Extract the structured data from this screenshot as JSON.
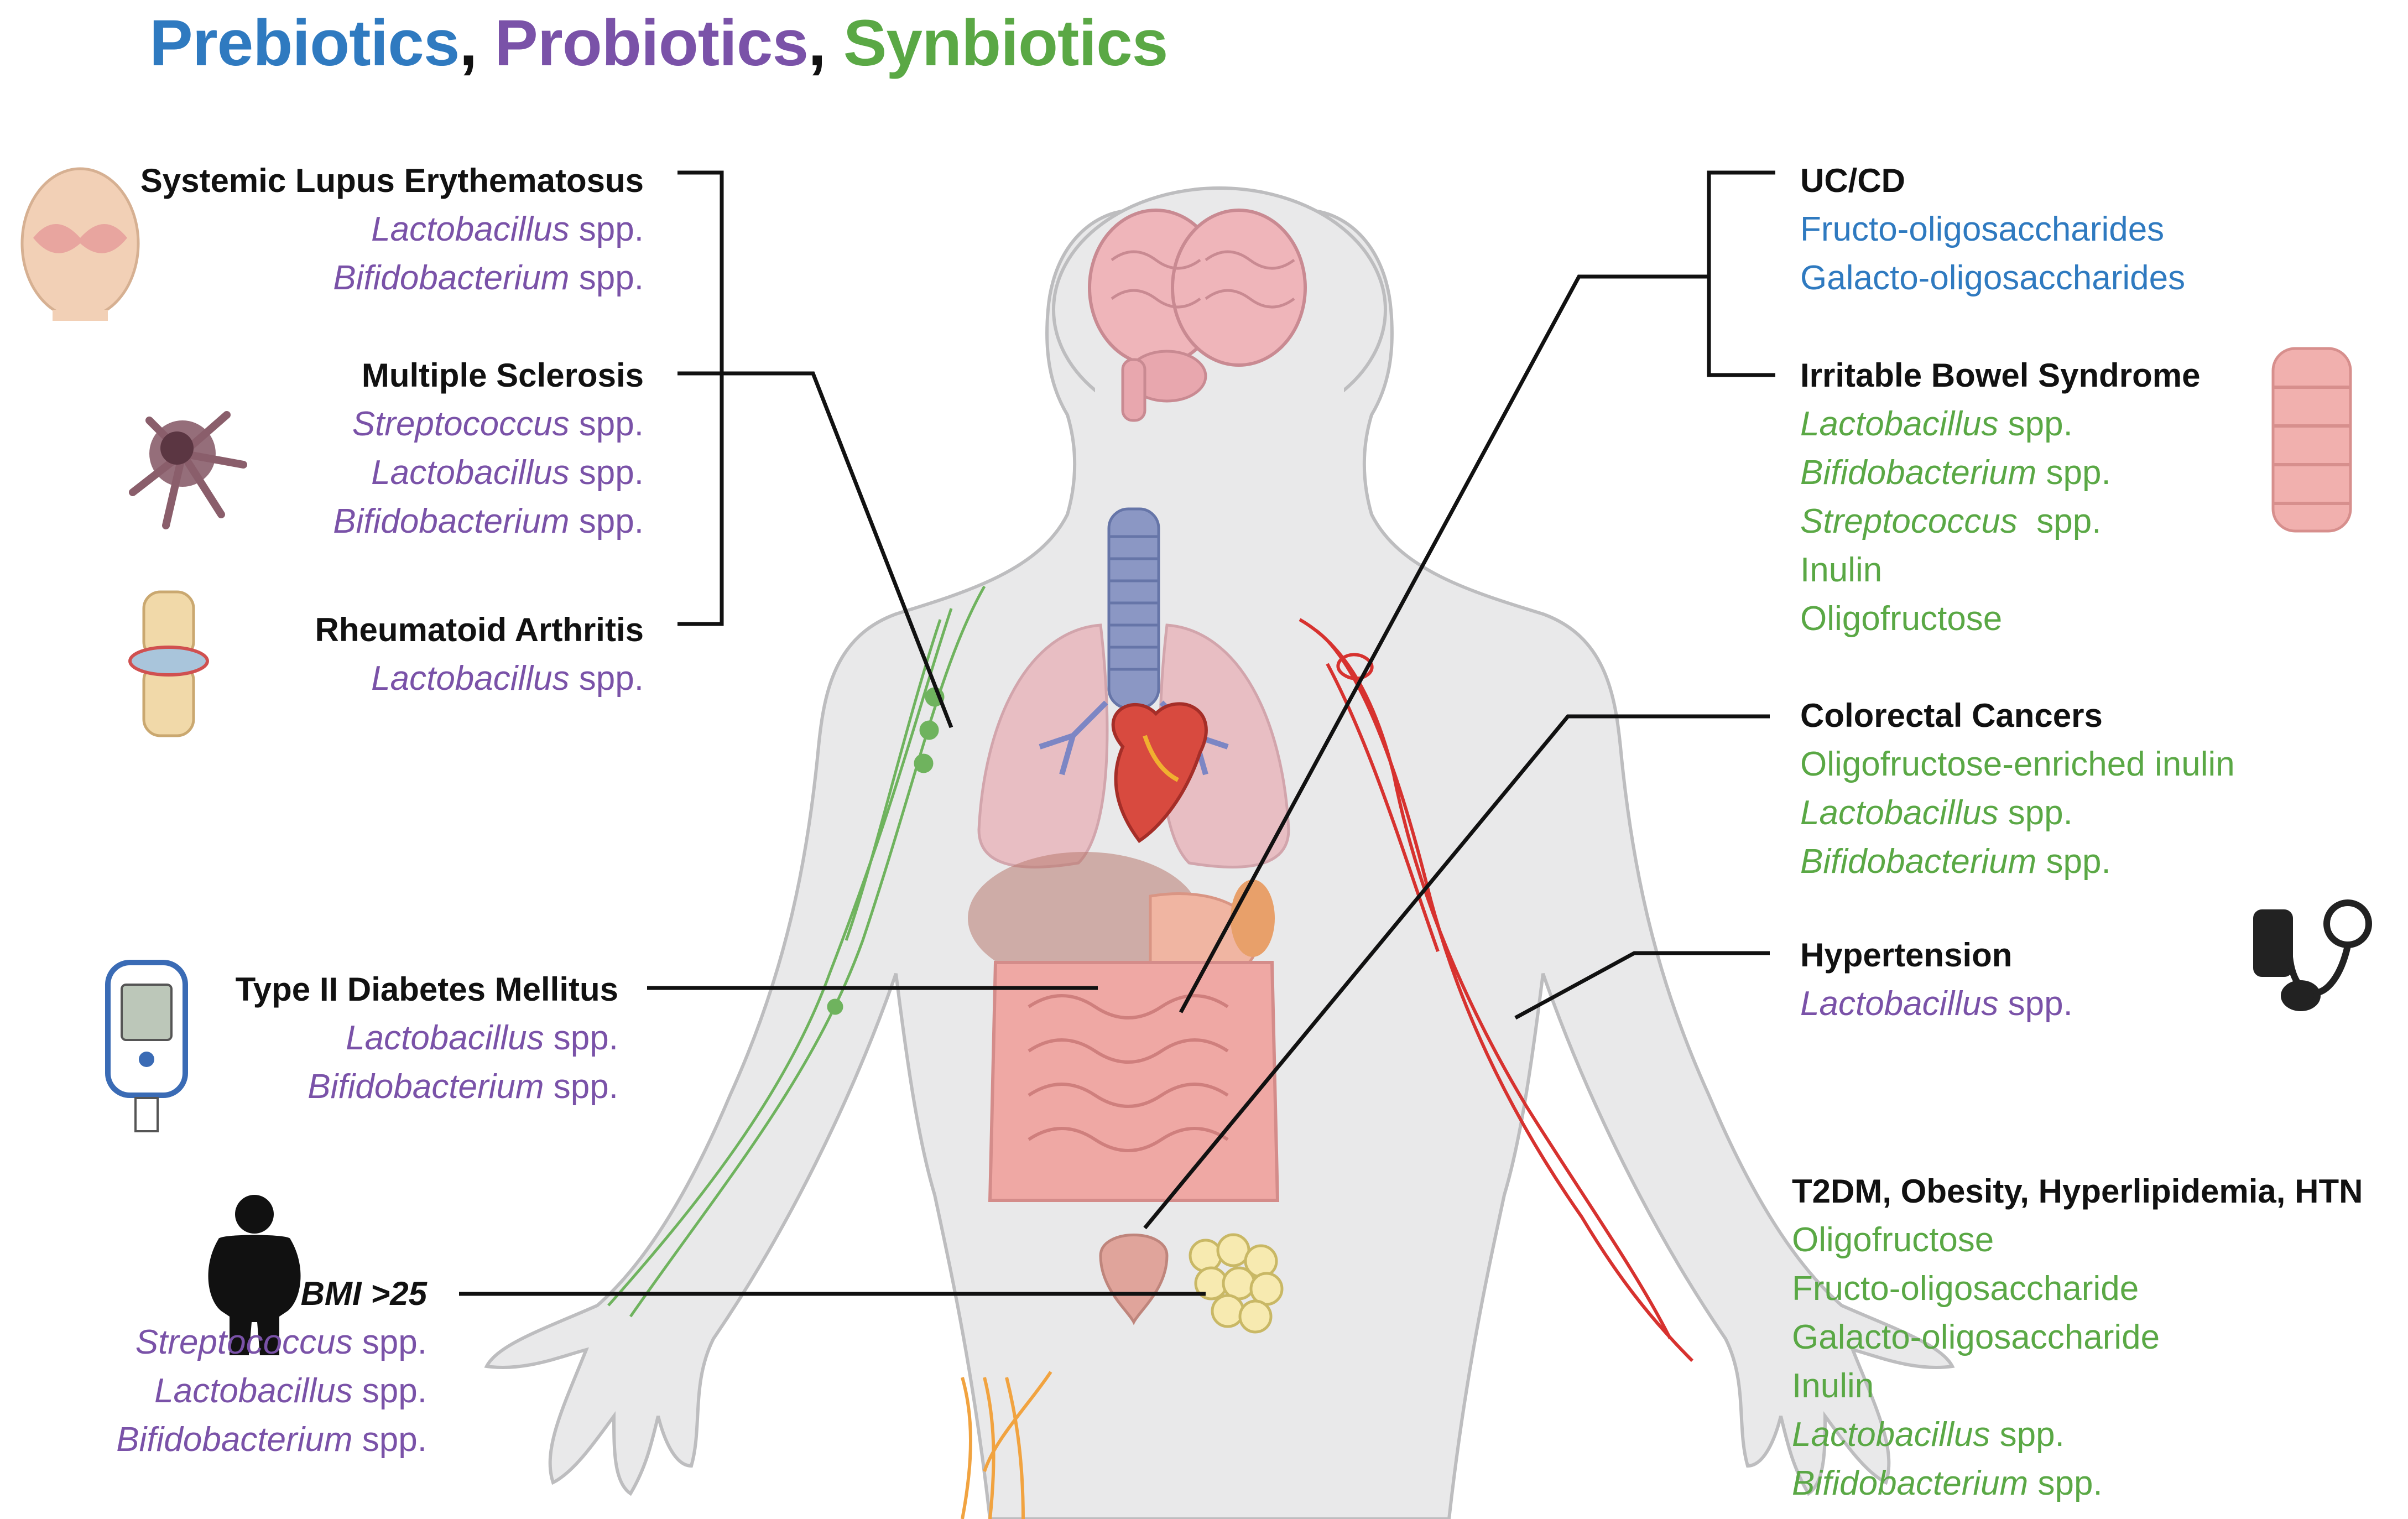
{
  "title": {
    "prebiotics": "Prebiotics",
    "comma1": ",",
    "probiotics": "Probiotics",
    "comma2": ",",
    "synbiotics": "Synbiotics"
  },
  "colors": {
    "prebiotic": "#2f7ac0",
    "probiotic": "#7a52a8",
    "synbiotic": "#5aa845",
    "heading": "#111111",
    "leader_line": "#111111"
  },
  "left": {
    "sle": {
      "heading": "Systemic Lupus Erythematosus",
      "items": [
        {
          "genus": "Lactobacillus",
          "suffix": " spp."
        },
        {
          "genus": "Bifidobacterium",
          "suffix": " spp."
        }
      ]
    },
    "ms": {
      "heading": "Multiple Sclerosis",
      "items": [
        {
          "genus": "Streptococcus",
          "suffix": " spp."
        },
        {
          "genus": "Lactobacillus",
          "suffix": " spp."
        },
        {
          "genus": "Bifidobacterium",
          "suffix": " spp."
        }
      ]
    },
    "ra": {
      "heading": "Rheumatoid Arthritis",
      "items": [
        {
          "genus": "Lactobacillus",
          "suffix": " spp."
        }
      ]
    },
    "t2dm": {
      "heading": "Type II Diabetes Mellitus",
      "items": [
        {
          "genus": "Lactobacillus",
          "suffix": " spp."
        },
        {
          "genus": "Bifidobacterium",
          "suffix": " spp."
        }
      ]
    },
    "bmi": {
      "heading": "BMI >25",
      "items": [
        {
          "genus": "Streptococcus",
          "suffix": " spp."
        },
        {
          "genus": "Lactobacillus",
          "suffix": " spp."
        },
        {
          "genus": "Bifidobacterium",
          "suffix": " spp."
        }
      ]
    }
  },
  "right": {
    "ucd": {
      "heading": "UC/CD",
      "items": [
        "Fructo-oligosaccharides",
        "Galacto-oligosaccharides"
      ]
    },
    "ibs": {
      "heading": "Irritable Bowel Syndrome",
      "items": [
        {
          "genus": "Lactobacillus",
          "suffix": " spp."
        },
        {
          "genus": "Bifidobacterium",
          "suffix": " spp."
        },
        {
          "genus": "Streptococcus",
          "suffix": "  spp."
        }
      ],
      "extra": [
        "Inulin",
        "Oligofructose"
      ]
    },
    "crc": {
      "heading": "Colorectal Cancers",
      "first": "Oligofructose-enriched inulin",
      "items": [
        {
          "genus": "Lactobacillus",
          "suffix": " spp."
        },
        {
          "genus": "Bifidobacterium",
          "suffix": " spp."
        }
      ]
    },
    "htn": {
      "heading": "Hypertension",
      "items": [
        {
          "genus": "Lactobacillus",
          "suffix": " spp."
        }
      ]
    },
    "metabolic": {
      "heading": "T2DM, Obesity, Hyperlipidemia, HTN",
      "plain": [
        "Oligofructose",
        "Fructo-oligosaccharide",
        "Galacto-oligosaccharide",
        "Inulin"
      ],
      "items": [
        {
          "genus": "Lactobacillus",
          "suffix": " spp."
        },
        {
          "genus": "Bifidobacterium",
          "suffix": " spp."
        }
      ]
    }
  },
  "icons": [
    "face-rash-icon",
    "neuron-icon",
    "knee-joint-icon",
    "glucometer-icon",
    "obese-person-icon",
    "colon-segment-icon",
    "blood-pressure-monitor-icon",
    "human-body-illustration"
  ]
}
